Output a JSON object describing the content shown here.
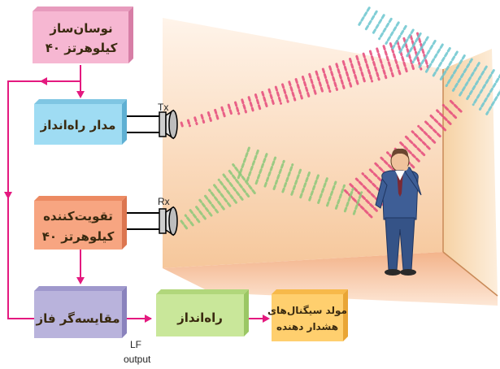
{
  "blocks": {
    "oscillator": {
      "line1": "نوسان‌ساز",
      "line2": "۴۰ کیلوهرتز",
      "color": "#f6b7d2"
    },
    "driver": {
      "label": "مدار راه‌انداز",
      "color": "#9fdcf3"
    },
    "amplifier": {
      "line1": "تقویت‌کننده",
      "line2": "۴۰ کیلوهرتز",
      "color": "#f7a581"
    },
    "comparator": {
      "label": "مقایسه‌گر فاز",
      "color": "#b9b3dc"
    },
    "trigger": {
      "label": "راه‌انداز",
      "color": "#c9e79a"
    },
    "alarm": {
      "line1": "مولد سیگنال‌های",
      "line2": "هشدار دهنده",
      "color": "#ffcf6e"
    }
  },
  "transducers": {
    "tx": "Tx",
    "rx": "Rx"
  },
  "output": {
    "line1": "LF",
    "line2": "output"
  },
  "colors": {
    "wire": "#e4197f",
    "wave_tx": "#e64a7b",
    "wave_reflect": "#6cc6cf",
    "wave_rx": "#8cc87a"
  }
}
